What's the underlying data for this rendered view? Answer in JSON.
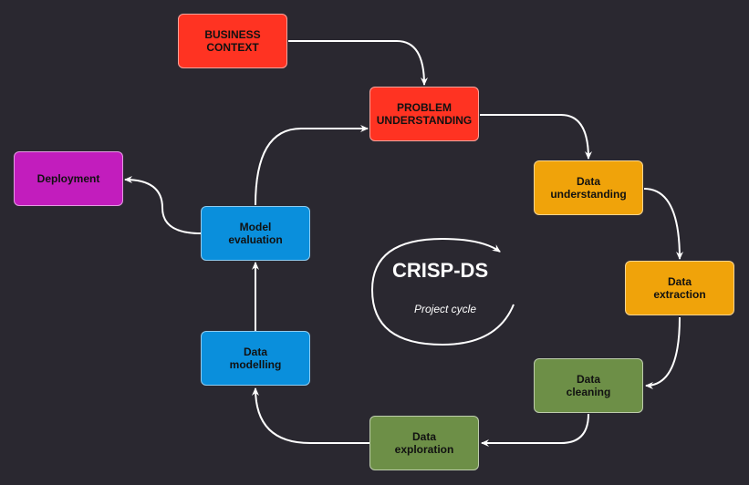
{
  "colors": {
    "background": "#2a2830",
    "red": "#ff3322",
    "orange": "#f0a30a",
    "green": "#6d8f47",
    "blue": "#0a8fdc",
    "purple": "#c21dbd",
    "arrow": "#ffffff"
  },
  "nodes": {
    "business_context": [
      "BUSINESS",
      "CONTEXT"
    ],
    "problem_understanding": [
      "PROBLEM",
      "UNDERSTANDING"
    ],
    "data_understanding": [
      "Data",
      "understanding"
    ],
    "data_extraction": [
      "Data",
      "extraction"
    ],
    "data_cleaning": [
      "Data",
      "cleaning"
    ],
    "data_exploration": [
      "Data",
      "exploration"
    ],
    "data_modelling": [
      "Data",
      "modelling"
    ],
    "model_evaluation": [
      "Model",
      "evaluation"
    ],
    "deployment": [
      "Deployment"
    ]
  },
  "center": {
    "title": "CRISP-DS",
    "subtitle": "Project cycle"
  }
}
